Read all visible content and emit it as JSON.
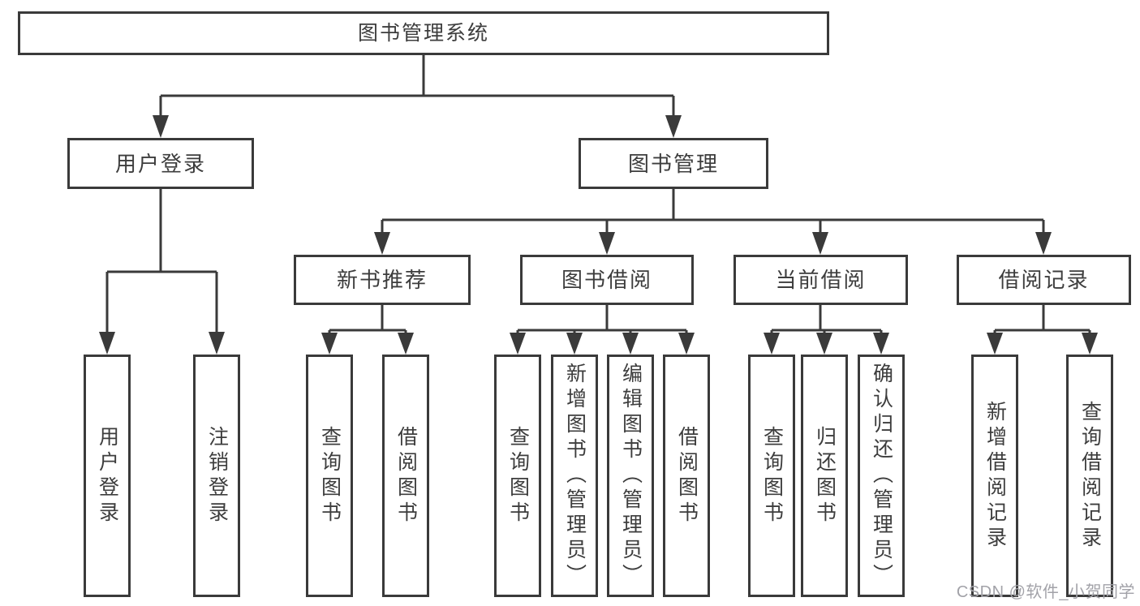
{
  "watermark": "CSDN @软件_小贺同学",
  "colors": {
    "line": "#3a3a3a",
    "node_border": "#3a3a3a",
    "node_text": "#3d3d3d",
    "watermark_text": "#a2a2a8",
    "background": "#ffffff"
  },
  "tree": {
    "root": "图书管理系统",
    "branches": [
      {
        "label": "用户登录",
        "children": [
          "用户登录",
          "注销登录"
        ]
      },
      {
        "label": "图书管理",
        "children": [
          {
            "label": "新书推荐",
            "children": [
              "查询图书",
              "借阅图书"
            ]
          },
          {
            "label": "图书借阅",
            "children": [
              "查询图书",
              "新增图书（管理员）",
              "编辑图书（管理员）",
              "借阅图书"
            ]
          },
          {
            "label": "当前借阅",
            "children": [
              "查询图书",
              "归还图书",
              "确认归还（管理员）"
            ]
          },
          {
            "label": "借阅记录",
            "children": [
              "新增借阅记录",
              "查询借阅记录"
            ]
          }
        ]
      }
    ]
  }
}
